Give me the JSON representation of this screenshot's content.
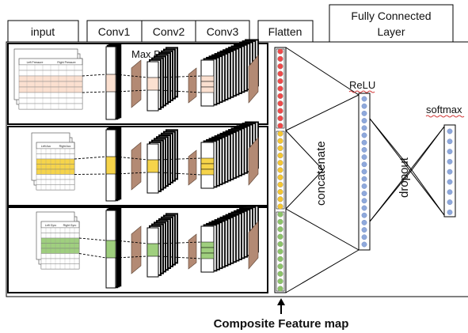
{
  "headers": {
    "input": "input",
    "conv1": "Conv1",
    "conv2": "Conv2",
    "conv3": "Conv3",
    "flatten": "Flatten",
    "fc_line1": "Fully Connected",
    "fc_line2": "Layer"
  },
  "labels": {
    "max_pool": "Max Pool",
    "relu": "ReLU",
    "softmax": "softmax",
    "concatenate": "concatenate",
    "dropout": "dropout"
  },
  "caption": "Composite Feature map",
  "rows": [
    {
      "name": "pressure",
      "highlight": "#fbe0d0",
      "flatten_color": "#ef4a4a",
      "table_headers": [
        "Left Pressure",
        "Right Pressure"
      ]
    },
    {
      "name": "acceleration",
      "highlight": "#f6d44a",
      "flatten_color": "#f5c631",
      "table_headers": [
        "Left Acc",
        "Right Acc"
      ]
    },
    {
      "name": "gyro",
      "highlight": "#9fcf7e",
      "flatten_color": "#8cc469",
      "table_headers": [
        "Left Gyro",
        "Right Gyro"
      ]
    }
  ],
  "colors": {
    "pool": "#b38a74",
    "neuron": "#8fa9dc",
    "relu_underline": "#d23c3c"
  }
}
